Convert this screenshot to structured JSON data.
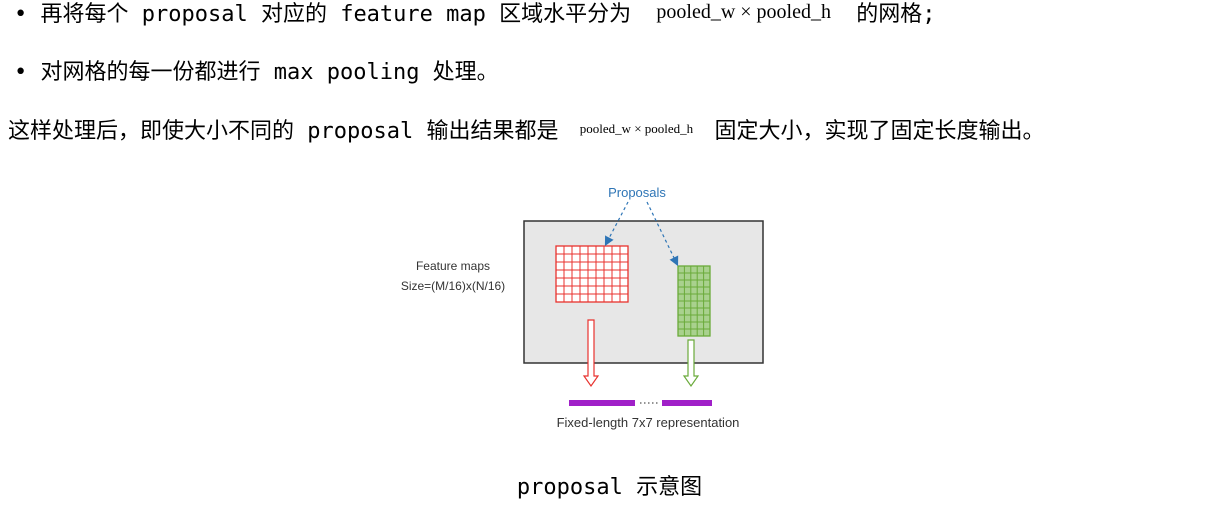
{
  "bullets": [
    {
      "marker": "•",
      "before": "再将每个 proposal 对应的 feature map 区域水平分为",
      "math": "pooled_w × pooled_h",
      "after": "的网格;"
    },
    {
      "marker": "•",
      "text": "对网格的每一份都进行 max pooling 处理。"
    }
  ],
  "paragraph": {
    "before": "这样处理后，即使大小不同的 proposal 输出结果都是",
    "math": "pooled_w × pooled_h",
    "after": "固定大小，实现了固定长度输出。"
  },
  "figure": {
    "proposals_label": "Proposals",
    "feature_maps_label": "Feature maps",
    "size_label": "Size=(M/16)x(N/16)",
    "output_label": "Fixed-length 7x7 representation",
    "colors": {
      "red_grid": "#e8322e",
      "green_grid": "#6aaa3a",
      "green_fill": "#a9d18e",
      "box_fill": "#e7e7e7",
      "arrow_blue": "#2e75b6",
      "bar_purple": "#a020c8"
    }
  },
  "caption": "proposal 示意图"
}
